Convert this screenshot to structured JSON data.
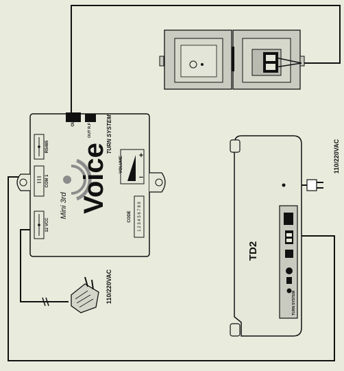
{
  "labels": {
    "turn_system": "TURN SYSTEM",
    "out_rf": "OUT R.F",
    "out": "OUT",
    "rs485": "RS485",
    "com1": "COM 1",
    "vcc12": "12 VCC",
    "volume": "VOLUME",
    "vol_minus": "−",
    "vol_plus": "+",
    "code": "CODE",
    "code_digits": "1 2 3 4 5 6 7 8 9",
    "logo_voice": "Voice",
    "logo_script": "Mini 3rd",
    "td2": "TD2",
    "power_left": "110/220VAC",
    "power_right": "110/220VAC",
    "td2_panel_brand": "TURN SYSTEM"
  },
  "colors": {
    "background": "#e9ebdc",
    "panel": "#c9cbc0",
    "line": "#111111",
    "logo_grey": "#8c8c8c"
  }
}
